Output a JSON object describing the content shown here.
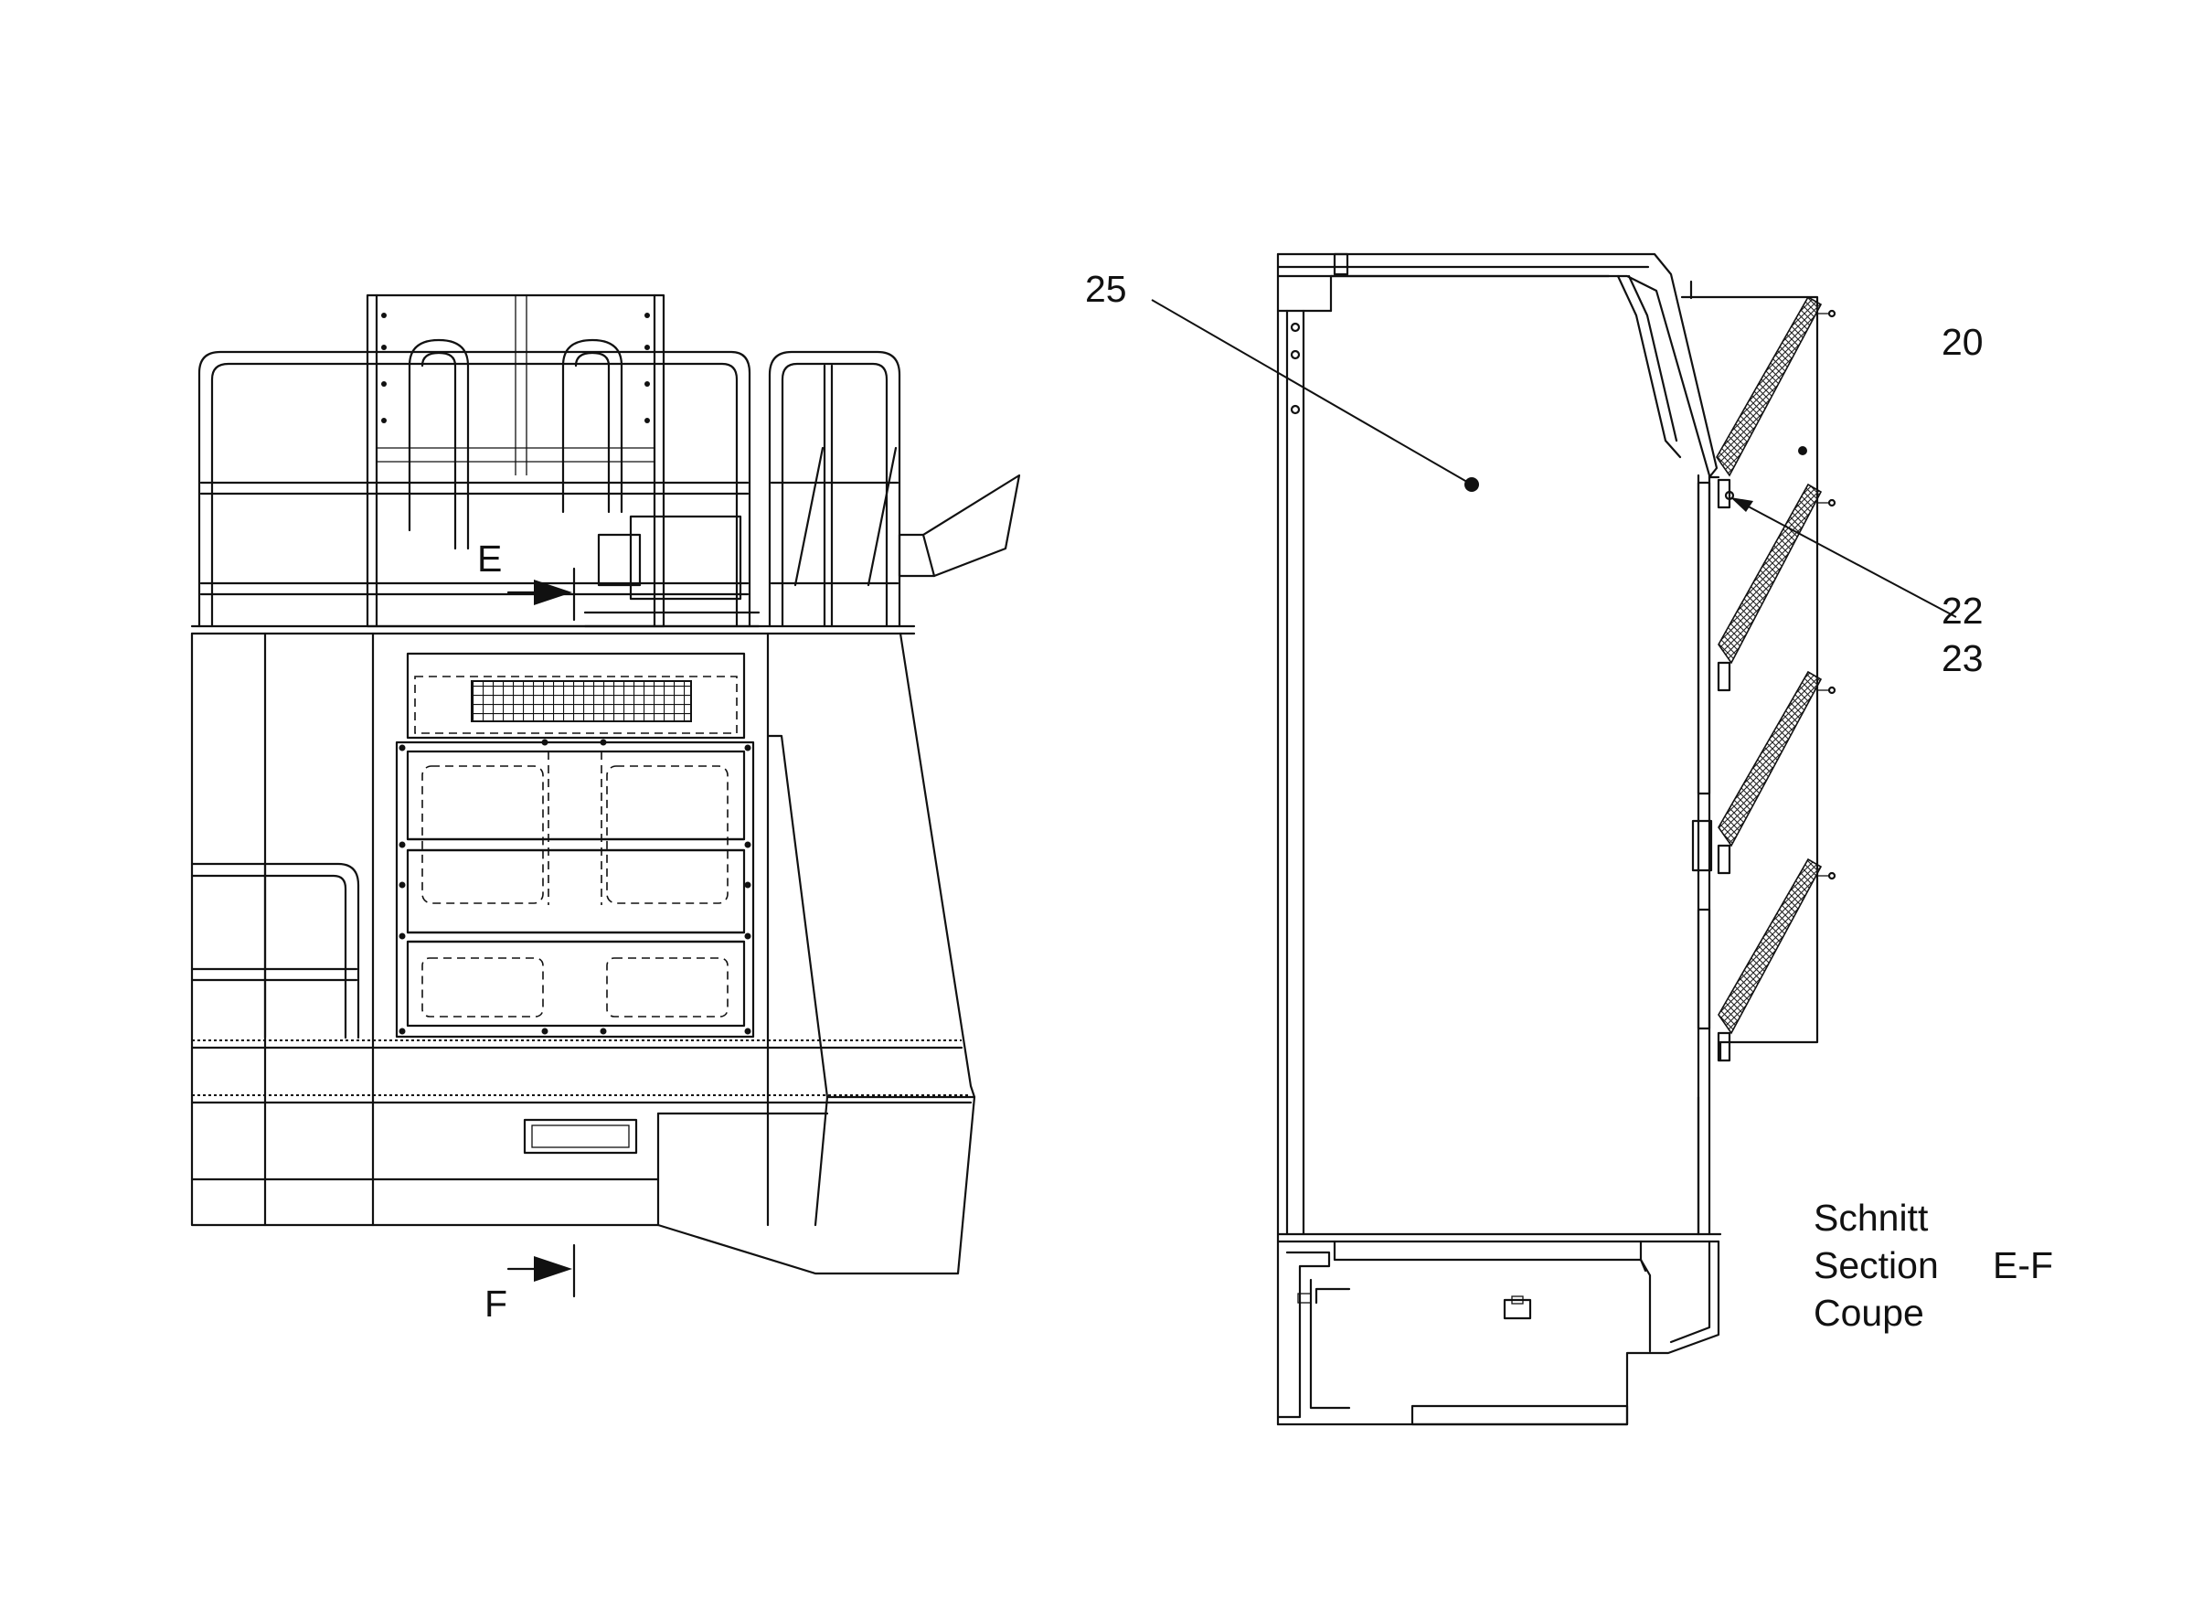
{
  "views": {
    "left": {
      "section_marker_top": "E",
      "section_marker_bottom": "F"
    },
    "right": {
      "part_numbers": [
        "25",
        "20",
        "22",
        "23"
      ]
    }
  },
  "section_title": {
    "line1": "Schnitt",
    "line2": "Section",
    "line2_ref": "E-F",
    "line3": "Coupe"
  }
}
